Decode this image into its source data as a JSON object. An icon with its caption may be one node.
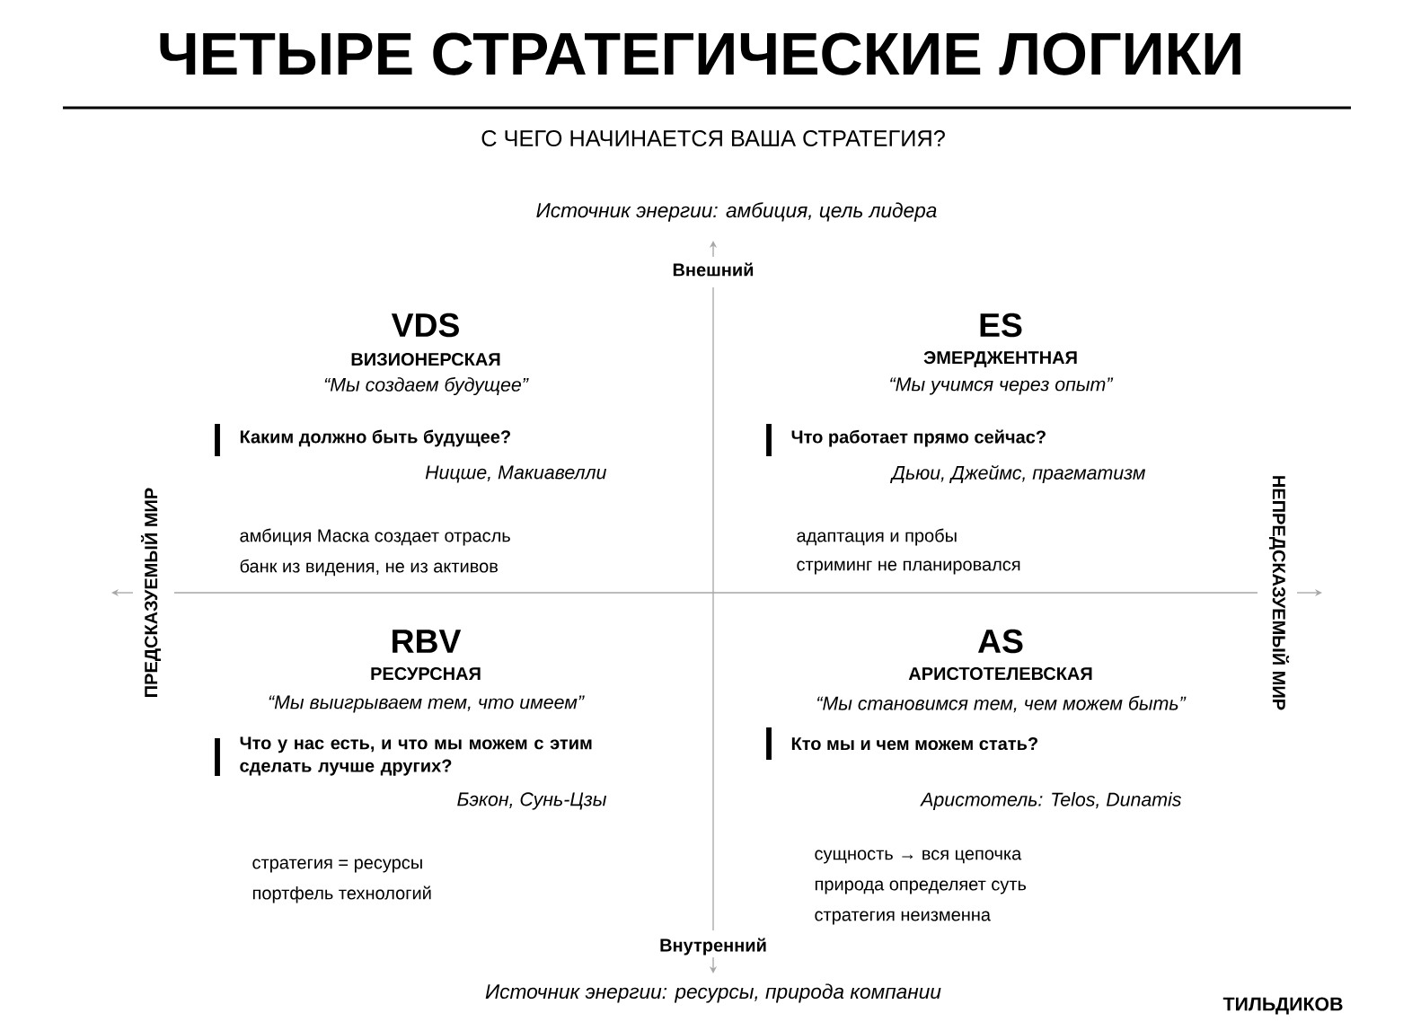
{
  "diagram": {
    "title": "ЧЕТЫРЕ СТРАТЕГИЧЕСКИЕ ЛОГИКИ",
    "labels": [
      "С ЧЕГО НАЧИНАЕТСЯ ВАША СТРАТЕГИЯ?",
      "Источник энергии: амбиция, цель лидера",
      "Внешний",
      "VDS",
      "ВИЗИОНЕРСКАЯ",
      "“Мы создаем будущее”",
      "Каким должно быть будущее?",
      "Ницше, Макиавелли",
      "ES",
      "ЭМЕРДЖЕНТНАЯ",
      "“Мы учимся через опыт”",
      "Что работает прямо сейчас?",
      "Дьюи, Джеймс, прагматизм",
      "ПРЕДСКАЗУЕМЫЙ МИР",
      "НЕПРЕДСКАЗУЕМЫЙ МИР",
      "амбиция Маска создает отрасль",
      "банк из видения, не из активов",
      "адаптация и пробы",
      "стриминг не планировался",
      "RBV",
      "РЕСУРСНАЯ",
      "“Мы выигрываем тем, что имеем”",
      "Что у нас есть, и что мы можем с этим сделать лучше других?",
      "Бэкон, Сунь-Цзы",
      "стратегия = ресурсы",
      "портфель технологий",
      "AS",
      "АРИСТОТЕЛЕВСКАЯ",
      "“Мы становимся тем, чем можем быть”",
      "Кто мы и чем можем стать?",
      "Аристотель: Telos, Dunamis",
      "сущность → вся цепочка",
      "природа определяет суть",
      "стратегия неизменна",
      "Внутренний",
      "Источник энергии: ресурсы, природа компании",
      "ТИЛЬДИКОВ"
    ]
  }
}
